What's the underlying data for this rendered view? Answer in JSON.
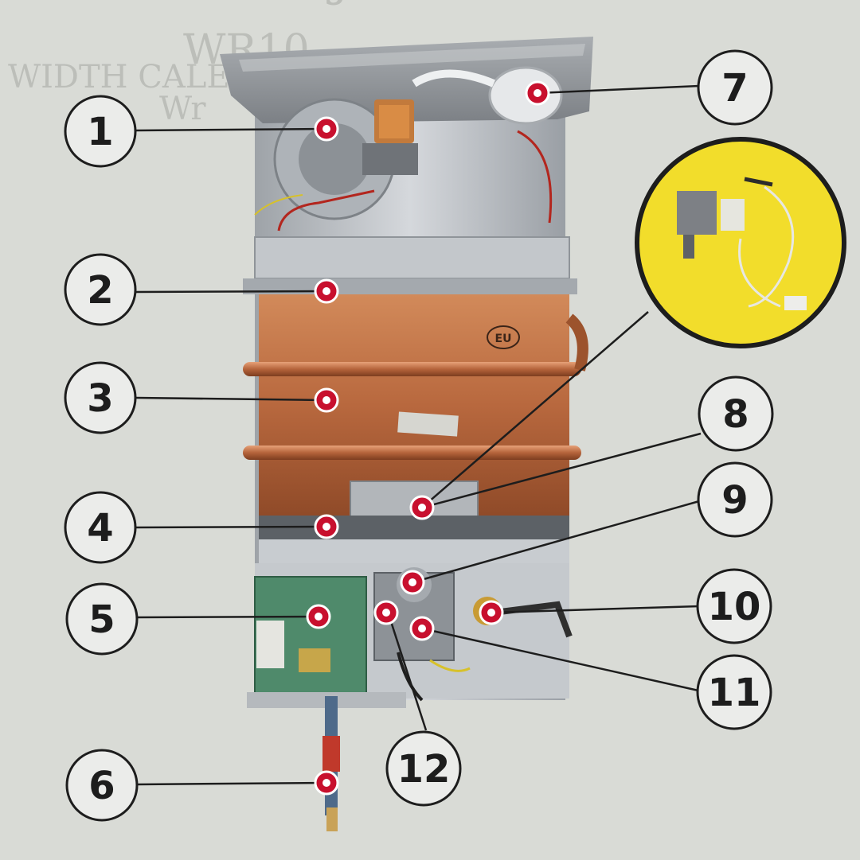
{
  "background_text": {
    "line1": "CALEFONT JUNKERS THERMOFORZADO",
    "line2": "WR10",
    "line3": "WIDTH CALEFONT",
    "line4": "Wr"
  },
  "callouts": [
    {
      "id": "1",
      "label": "1"
    },
    {
      "id": "2",
      "label": "2"
    },
    {
      "id": "3",
      "label": "3"
    },
    {
      "id": "4",
      "label": "4"
    },
    {
      "id": "5",
      "label": "5"
    },
    {
      "id": "6",
      "label": "6"
    },
    {
      "id": "7",
      "label": "7"
    },
    {
      "id": "8",
      "label": "8"
    },
    {
      "id": "9",
      "label": "9"
    },
    {
      "id": "10",
      "label": "10"
    },
    {
      "id": "11",
      "label": "11"
    },
    {
      "id": "12",
      "label": "12"
    }
  ],
  "product_marks": {
    "eu_badge": "EU"
  },
  "colors": {
    "page": "#d9dbd6",
    "copper": "#b8683e",
    "marker": "#c8102e",
    "inset_yellow": "#f2dd2b",
    "frame_steel": "#b9bdc2",
    "pcb_green": "#4f8a6b"
  }
}
